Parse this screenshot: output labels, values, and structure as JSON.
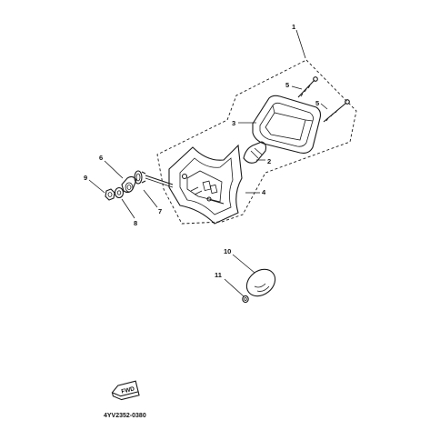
{
  "callouts": {
    "c1": "1",
    "c2": "2",
    "c3": "3",
    "c4": "4",
    "c5a": "5",
    "c5b": "5",
    "c6": "6",
    "c7": "7",
    "c8": "8",
    "c9": "9",
    "c10": "10",
    "c11": "11"
  },
  "fwd_stamp": "FWD",
  "diagram_code": "4YV2352-0380"
}
